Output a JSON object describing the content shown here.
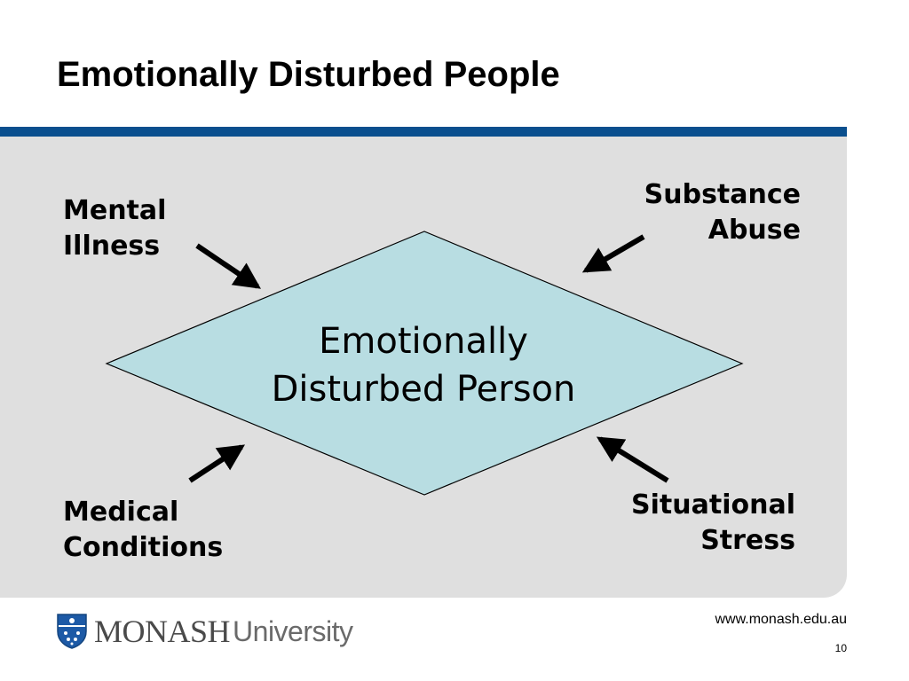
{
  "slide": {
    "title": "Emotionally Disturbed People"
  },
  "diagram": {
    "center_lines": [
      "Emotionally",
      "Disturbed Person"
    ],
    "factors": {
      "mental_illness": [
        "Mental",
        "Illness"
      ],
      "substance_abuse": [
        "Substance",
        "Abuse"
      ],
      "medical_conditions": [
        "Medical",
        "Conditions"
      ],
      "situational_stress": [
        "Situational",
        "Stress"
      ]
    },
    "colors": {
      "diamond_fill": "#b8dde2",
      "panel": "#dfdfdf",
      "accent_bar": "#0a4f8e"
    }
  },
  "footer": {
    "logo_strong": "MONASH",
    "logo_light": "University",
    "url": "www.monash.edu.au",
    "page_number": "10"
  }
}
